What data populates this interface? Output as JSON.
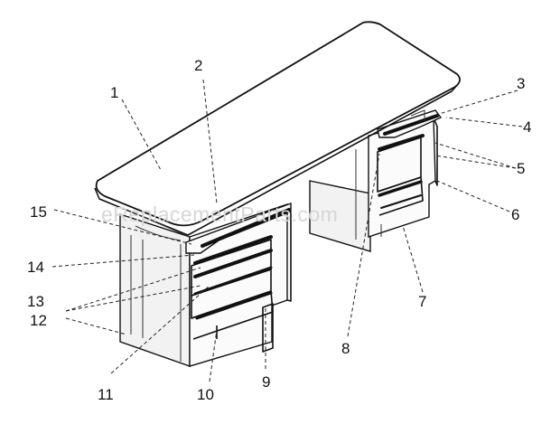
{
  "watermark": "eReplacementParts.com",
  "callouts": [
    "1",
    "2",
    "3",
    "4",
    "5",
    "6",
    "7",
    "8",
    "9",
    "10",
    "11",
    "12",
    "13",
    "14",
    "15"
  ]
}
